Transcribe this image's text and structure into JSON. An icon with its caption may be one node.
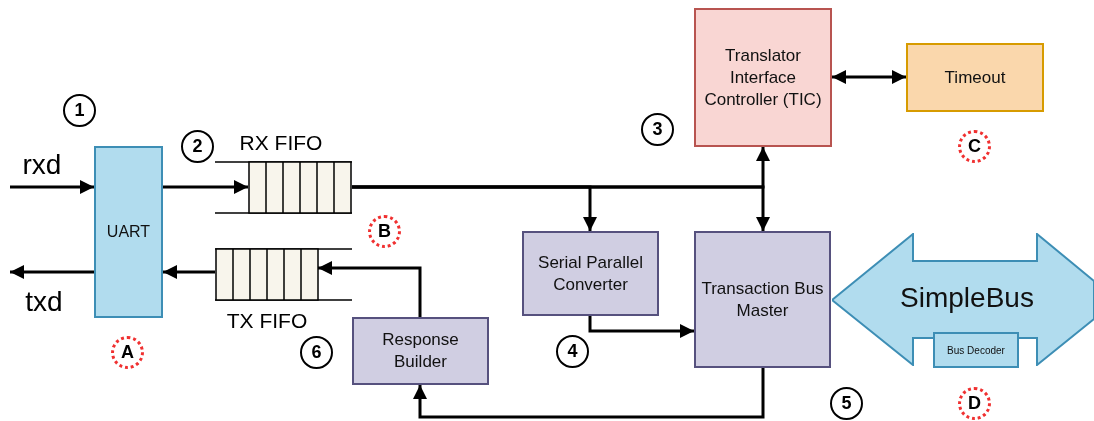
{
  "diagram": {
    "nodes": [
      {
        "text": [
          "UART"
        ]
      },
      {
        "text": [
          "RX FIFO"
        ]
      },
      {
        "text": [
          "TX FIFO"
        ]
      },
      {
        "text": [
          "Translator Interface Controller (TIC)"
        ]
      },
      {
        "text": [
          "Timeout"
        ]
      },
      {
        "text": [
          "Serial Parallel Converter"
        ]
      },
      {
        "text": [
          "Transaction Bus Master"
        ]
      },
      {
        "text": [
          "Response Builder"
        ]
      },
      {
        "text": [
          "SimpleBus"
        ]
      },
      {
        "text": [
          "Bus Decoder"
        ],
        "in": 8
      }
    ],
    "edges": [
      {
        "from": null,
        "to": 0,
        "arrow": "to"
      },
      {
        "from": 0,
        "to": null,
        "arrow": "to"
      },
      {
        "from": 0,
        "to": 1,
        "arrow": "to"
      },
      {
        "from": 1,
        "to": 5,
        "arrow": "to"
      },
      {
        "from": 1,
        "to": 3,
        "arrow": "to"
      },
      {
        "from": 1,
        "to": 6,
        "arrow": "to"
      },
      {
        "from": 3,
        "to": 4,
        "arrow": "both"
      },
      {
        "from": 5,
        "to": 6,
        "arrow": "to"
      },
      {
        "from": 6,
        "to": 7,
        "arrow": "to"
      },
      {
        "from": 7,
        "to": 2,
        "arrow": "to"
      },
      {
        "from": 2,
        "to": 0,
        "arrow": "to"
      }
    ],
    "labels": [
      "1",
      "rxd",
      "2",
      "3",
      "C",
      "B",
      "txd",
      "A",
      "6",
      "4",
      "5",
      "D"
    ]
  }
}
